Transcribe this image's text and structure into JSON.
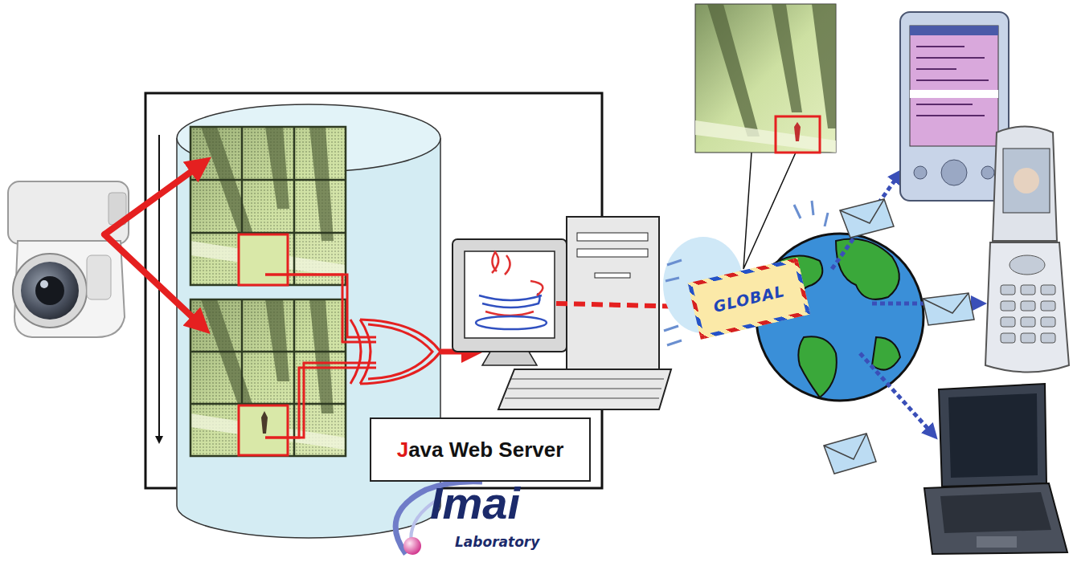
{
  "diagram": {
    "nodes": [
      {
        "text": [
          "Java Web Server"
        ]
      },
      {
        "text": [
          "GLOBAL"
        ]
      }
    ],
    "labels": [
      "Imai",
      "Laboratory"
    ]
  }
}
